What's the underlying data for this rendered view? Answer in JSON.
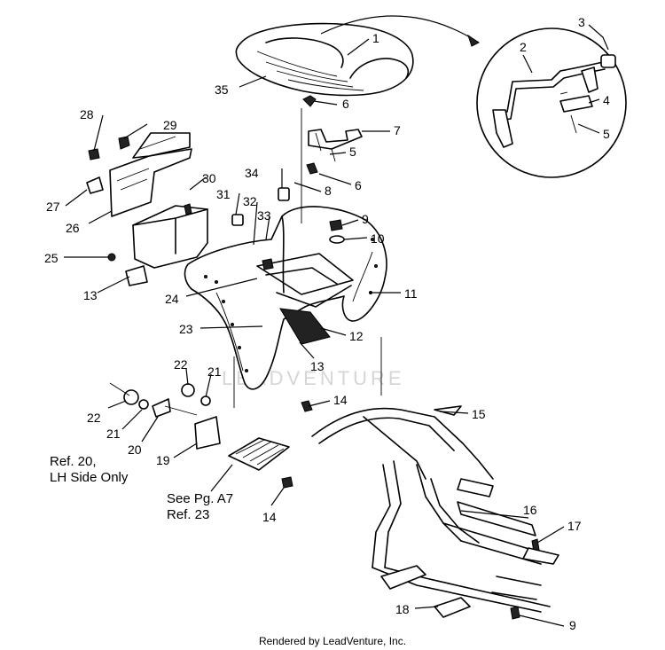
{
  "callouts": [
    {
      "id": "c1",
      "label": "1"
    },
    {
      "id": "c2",
      "label": "2"
    },
    {
      "id": "c3",
      "label": "3"
    },
    {
      "id": "c4",
      "label": "4"
    },
    {
      "id": "c5a",
      "label": "5"
    },
    {
      "id": "c5b",
      "label": "5"
    },
    {
      "id": "c6a",
      "label": "6"
    },
    {
      "id": "c6b",
      "label": "6"
    },
    {
      "id": "c7",
      "label": "7"
    },
    {
      "id": "c8",
      "label": "8"
    },
    {
      "id": "c9a",
      "label": "9"
    },
    {
      "id": "c9b",
      "label": "9"
    },
    {
      "id": "c10",
      "label": "10"
    },
    {
      "id": "c11",
      "label": "11"
    },
    {
      "id": "c12",
      "label": "12"
    },
    {
      "id": "c13a",
      "label": "13"
    },
    {
      "id": "c13b",
      "label": "13"
    },
    {
      "id": "c14a",
      "label": "14"
    },
    {
      "id": "c14b",
      "label": "14"
    },
    {
      "id": "c15",
      "label": "15"
    },
    {
      "id": "c16",
      "label": "16"
    },
    {
      "id": "c17",
      "label": "17"
    },
    {
      "id": "c18",
      "label": "18"
    },
    {
      "id": "c19",
      "label": "19"
    },
    {
      "id": "c20",
      "label": "20"
    },
    {
      "id": "c21a",
      "label": "21"
    },
    {
      "id": "c21b",
      "label": "21"
    },
    {
      "id": "c22a",
      "label": "22"
    },
    {
      "id": "c22b",
      "label": "22"
    },
    {
      "id": "c23",
      "label": "23"
    },
    {
      "id": "c24",
      "label": "24"
    },
    {
      "id": "c25",
      "label": "25"
    },
    {
      "id": "c26",
      "label": "26"
    },
    {
      "id": "c27",
      "label": "27"
    },
    {
      "id": "c28",
      "label": "28"
    },
    {
      "id": "c29",
      "label": "29"
    },
    {
      "id": "c30",
      "label": "30"
    },
    {
      "id": "c31",
      "label": "31"
    },
    {
      "id": "c32",
      "label": "32"
    },
    {
      "id": "c33",
      "label": "33"
    },
    {
      "id": "c34",
      "label": "34"
    },
    {
      "id": "c35",
      "label": "35"
    }
  ],
  "notes": {
    "ref20_line1": "Ref. 20,",
    "ref20_line2": "LH Side Only",
    "see_pg_line1": "See Pg. A7",
    "see_pg_line2": "Ref. 23"
  },
  "watermark": "LEADVENTURE",
  "footer": "Rendered by LeadVenture, Inc."
}
